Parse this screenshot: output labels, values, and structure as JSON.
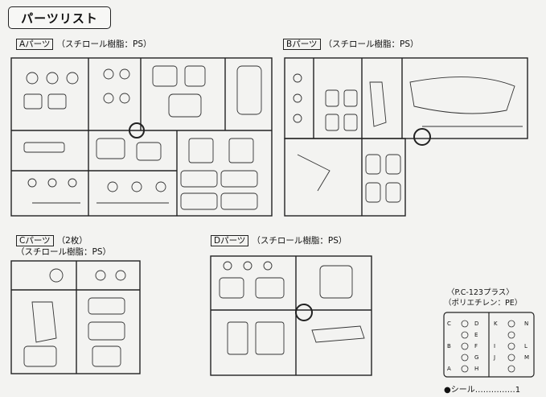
{
  "title": "パーツリスト",
  "sprues": {
    "A": {
      "name": "Aパーツ",
      "material": "（スチロール樹脂：PS）"
    },
    "B": {
      "name": "Bパーツ",
      "material": "（スチロール樹脂：PS）"
    },
    "C": {
      "name": "Cパーツ",
      "count": "（2枚）",
      "material": "（スチロール樹脂：PS）"
    },
    "D": {
      "name": "Dパーツ",
      "material": "（スチロール樹脂：PS）"
    },
    "PC": {
      "name": "〈P.C-123プラス〉",
      "material": "（ポリエチレン：PE）",
      "letters": [
        "A",
        "B",
        "C",
        "D",
        "E",
        "F",
        "G",
        "H",
        "I",
        "J",
        "K",
        "L",
        "M",
        "N"
      ]
    }
  },
  "seal": {
    "label": "●シール……………1"
  }
}
